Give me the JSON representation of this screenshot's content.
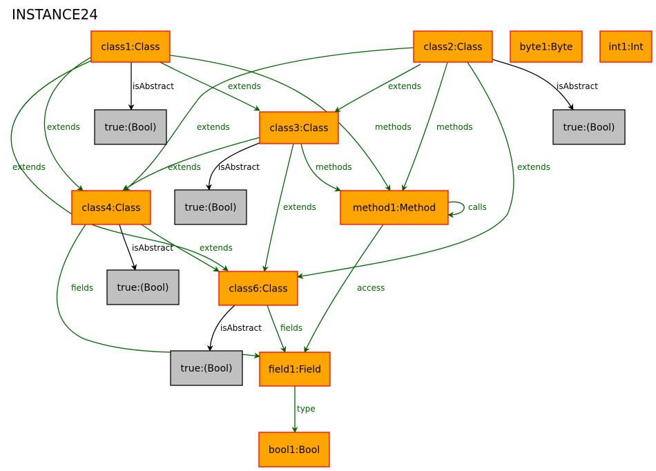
{
  "title": "INSTANCE24",
  "colors": {
    "node_fill_object": "#FFA500",
    "node_stroke_object": "#FF0000",
    "node_fill_value": "#C0C0C0",
    "node_stroke_value": "#000000",
    "edge_green": "#006400",
    "edge_black": "#000000"
  },
  "nodes": [
    {
      "id": "class1",
      "label": "class1:Class",
      "kind": "object"
    },
    {
      "id": "class2",
      "label": "class2:Class",
      "kind": "object"
    },
    {
      "id": "byte1",
      "label": "byte1:Byte",
      "kind": "object"
    },
    {
      "id": "int1",
      "label": "int1:Int",
      "kind": "object"
    },
    {
      "id": "true1",
      "label": "true:(Bool)",
      "kind": "value"
    },
    {
      "id": "class3",
      "label": "class3:Class",
      "kind": "object"
    },
    {
      "id": "true2",
      "label": "true:(Bool)",
      "kind": "value"
    },
    {
      "id": "class4",
      "label": "class4:Class",
      "kind": "object"
    },
    {
      "id": "true3",
      "label": "true:(Bool)",
      "kind": "value"
    },
    {
      "id": "method1",
      "label": "method1:Method",
      "kind": "object"
    },
    {
      "id": "true4",
      "label": "true:(Bool)",
      "kind": "value"
    },
    {
      "id": "class6",
      "label": "class6:Class",
      "kind": "object"
    },
    {
      "id": "true5",
      "label": "true:(Bool)",
      "kind": "value"
    },
    {
      "id": "field1",
      "label": "field1:Field",
      "kind": "object"
    },
    {
      "id": "bool1",
      "label": "bool1:Bool",
      "kind": "object"
    }
  ],
  "edges": [
    {
      "id": "e-c1-isabstract",
      "label": "isAbstract",
      "color": "black"
    },
    {
      "id": "e-c1-extends-c3",
      "label": "extends",
      "color": "green"
    },
    {
      "id": "e-c1-methods",
      "label": "methods",
      "color": "green"
    },
    {
      "id": "e-c1-extends-c4",
      "label": "extends",
      "color": "green"
    },
    {
      "id": "e-c1-extends-c6",
      "label": "extends",
      "color": "green"
    },
    {
      "id": "e-c2-extends-c4",
      "label": "extends",
      "color": "green"
    },
    {
      "id": "e-c2-extends-c3",
      "label": "extends",
      "color": "green"
    },
    {
      "id": "e-c2-methods",
      "label": "methods",
      "color": "green"
    },
    {
      "id": "e-c2-extends-c6",
      "label": "extends",
      "color": "green"
    },
    {
      "id": "e-c2-isabstract",
      "label": "isAbstract",
      "color": "black"
    },
    {
      "id": "e-c3-extends-c4",
      "label": "extends",
      "color": "green"
    },
    {
      "id": "e-c3-isabstract",
      "label": "isAbstract",
      "color": "black"
    },
    {
      "id": "e-c3-methods",
      "label": "methods",
      "color": "green"
    },
    {
      "id": "e-c3-extends-c6",
      "label": "extends",
      "color": "green"
    },
    {
      "id": "e-m1-calls",
      "label": "calls",
      "color": "green"
    },
    {
      "id": "e-m1-access",
      "label": "access",
      "color": "green"
    },
    {
      "id": "e-c4-isabstract",
      "label": "isAbstract",
      "color": "black"
    },
    {
      "id": "e-c4-extends-c6",
      "label": "extends",
      "color": "green"
    },
    {
      "id": "e-c4-fields",
      "label": "fields",
      "color": "green"
    },
    {
      "id": "e-c6-isabstract",
      "label": "isAbstract",
      "color": "black"
    },
    {
      "id": "e-c6-fields",
      "label": "fields",
      "color": "green"
    },
    {
      "id": "e-f1-type",
      "label": "type",
      "color": "green"
    }
  ]
}
